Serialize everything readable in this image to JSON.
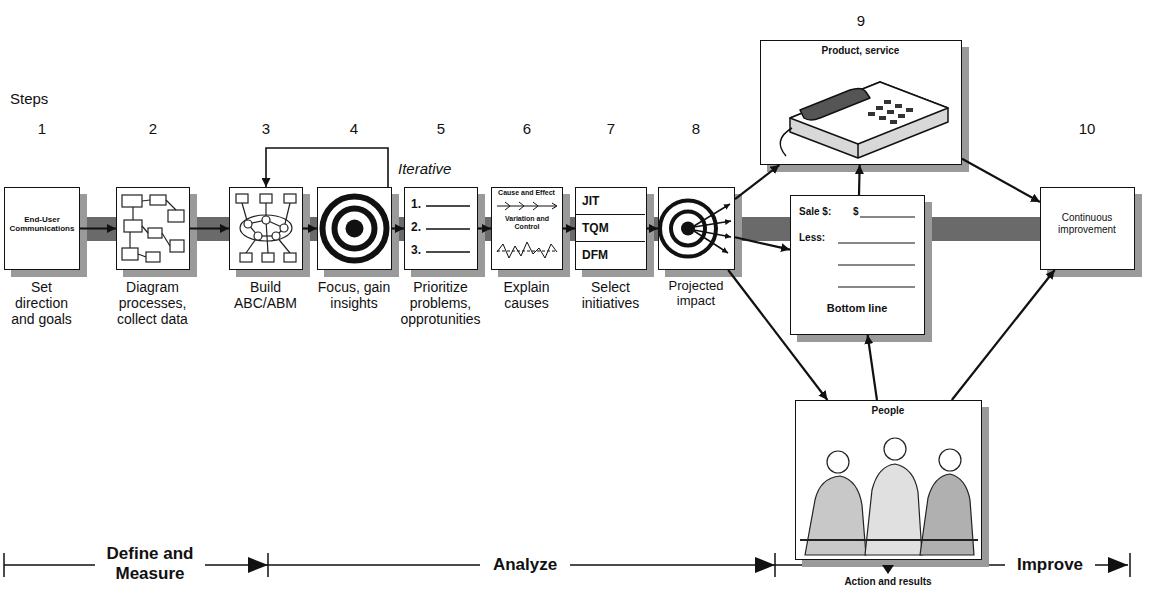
{
  "diagram": {
    "nodes": [
      {
        "text": [
          "End-User Communications",
          "Set direction and goals"
        ]
      },
      {
        "text": [
          "Diagram processes, collect data"
        ]
      },
      {
        "text": [
          "Build ABC/ABM"
        ]
      },
      {
        "text": [
          "Focus, gain insights"
        ]
      },
      {
        "text": [
          "1.",
          "2.",
          "3.",
          "Prioritize problems, opprotunities"
        ]
      },
      {
        "text": [
          "Cause and Effect",
          "Variation and Control",
          "Explain causes"
        ]
      },
      {
        "text": [
          "JIT",
          "TQM",
          "DFM",
          "Select initiatives"
        ]
      },
      {
        "text": [
          "Projected impact"
        ]
      },
      {
        "text": [
          "Product, service"
        ]
      },
      {
        "text": [
          "Sale $:",
          "$",
          "Less:",
          "Bottom line"
        ]
      },
      {
        "text": [
          "People",
          "Action and results"
        ]
      },
      {
        "text": [
          "Continuous improvement"
        ]
      }
    ],
    "edges": [
      {
        "from": 0,
        "to": 1,
        "arrow": "to"
      },
      {
        "from": 1,
        "to": 2,
        "arrow": "to"
      },
      {
        "from": 2,
        "to": 3,
        "arrow": "to"
      },
      {
        "from": 3,
        "to": 2,
        "label": "Iterative",
        "arrow": "to"
      },
      {
        "from": 3,
        "to": 4,
        "arrow": "to"
      },
      {
        "from": 4,
        "to": 5,
        "arrow": "to"
      },
      {
        "from": 5,
        "to": 6,
        "arrow": "to"
      },
      {
        "from": 6,
        "to": 7,
        "arrow": "to"
      },
      {
        "from": 7,
        "to": 8,
        "arrow": "to"
      },
      {
        "from": 7,
        "to": 9,
        "arrow": "to"
      },
      {
        "from": 7,
        "to": 10,
        "arrow": "to"
      },
      {
        "from": 9,
        "to": 8,
        "arrow": "to"
      },
      {
        "from": 10,
        "to": 9,
        "arrow": "to"
      },
      {
        "from": 8,
        "to": 11,
        "arrow": "to"
      },
      {
        "from": 10,
        "to": 11,
        "arrow": "to"
      }
    ],
    "labels": [
      "Steps",
      "1",
      "2",
      "3",
      "4",
      "5",
      "6",
      "7",
      "8",
      "9",
      "10",
      "Define and Measure",
      "Analyze",
      "Improve"
    ]
  }
}
